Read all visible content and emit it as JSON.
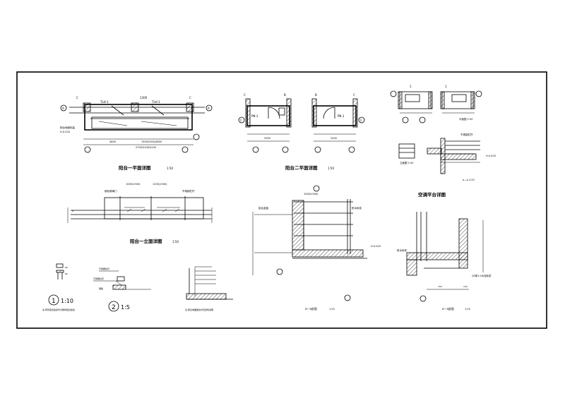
{
  "sheet": {
    "titles": {
      "plan1": "阳台一平面详图",
      "plan2": "阳台二平面详图",
      "elev1": "阳台一立面详图",
      "ac": "空调平台详图",
      "secA": "a—a剖面",
      "secB": "a—a剖面"
    },
    "scales": {
      "plan1": "1:50",
      "plan2": "1:50",
      "elev1": "1:50",
      "ac": "1:50",
      "secA": "1:20",
      "secB": "1:20"
    },
    "details": {
      "d1_num": "1",
      "d1_scale": "1:10",
      "d2_num": "2",
      "d2_scale": "1:5"
    }
  }
}
